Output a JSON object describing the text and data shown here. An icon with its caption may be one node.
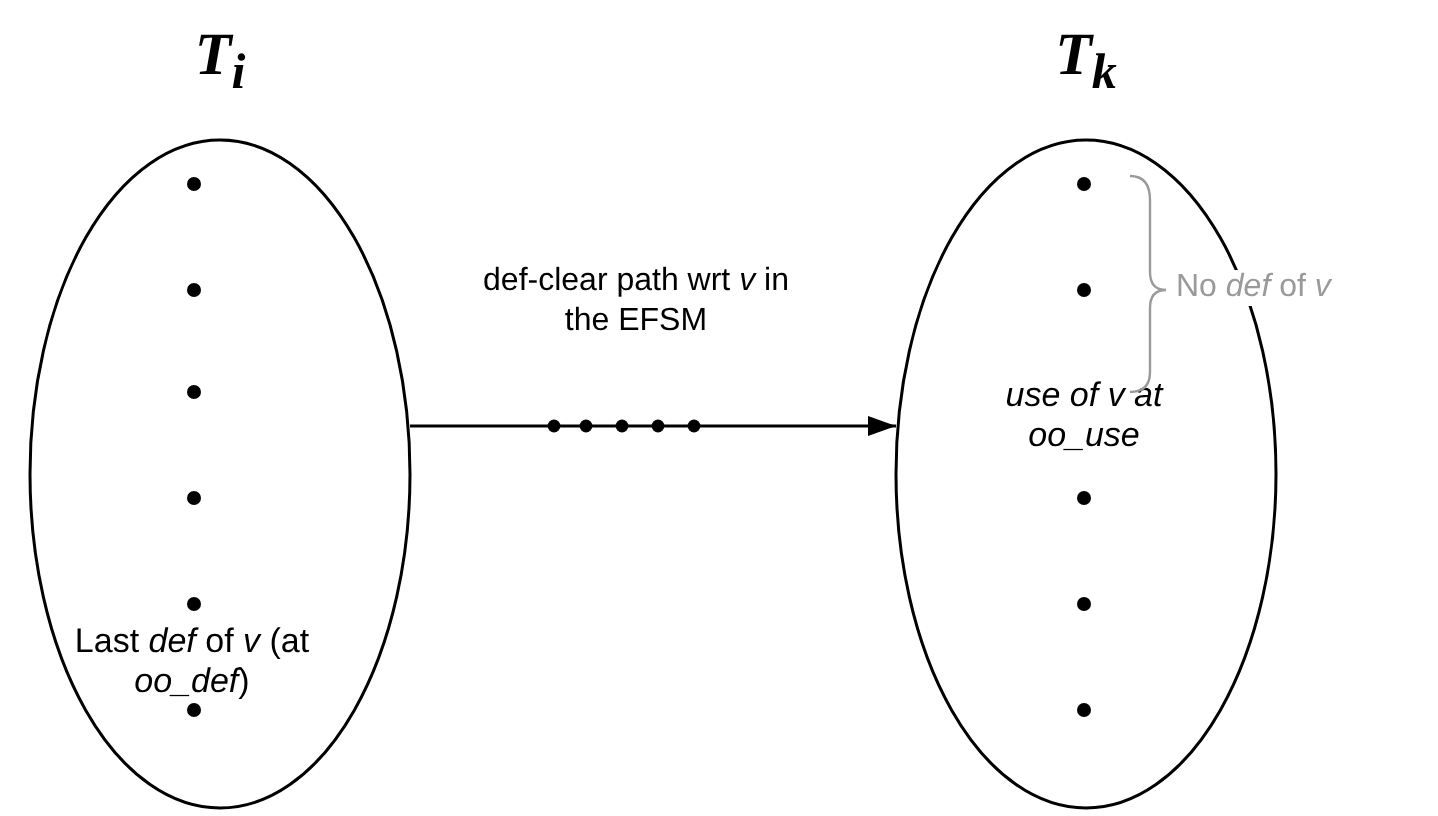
{
  "diagram": {
    "nodes": [
      {
        "text": [
          "T$_{i}$",
          "Last *def* of *v* (at *oo_def*)"
        ]
      },
      {
        "text": [
          "T$_{k}$",
          "use of v at oo_use"
        ]
      }
    ],
    "edges": [
      {
        "from": 0,
        "to": 1,
        "arrow": "to",
        "label": "def-clear path wrt *v* in the EFSM"
      }
    ],
    "labels": [
      "No *def* of *v*"
    ]
  }
}
